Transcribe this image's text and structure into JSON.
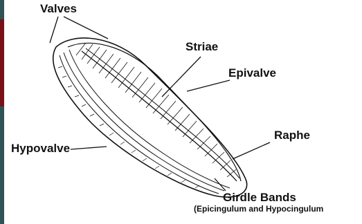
{
  "diagram": {
    "labels": {
      "valves": "Valves",
      "striae": "Striae",
      "epivalve": "Epivalve",
      "raphe": "Raphe",
      "hypovalve": "Hypovalve",
      "girdle_bands": "Girdle Bands",
      "girdle_sub": "(Epicingulum and Hypocingulum"
    }
  },
  "colors": {
    "slide_background": "#2f5357",
    "accent": "#7a1116",
    "panel": "#ffffff",
    "ink": "#111111"
  }
}
